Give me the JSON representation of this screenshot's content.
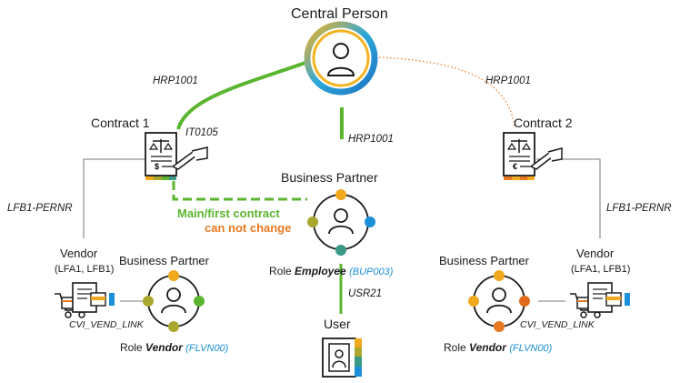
{
  "nodes": {
    "central_person": "Central Person",
    "contract1": "Contract 1",
    "contract2": "Contract 2",
    "business_partner_center": "Business Partner",
    "business_partner_left": "Business Partner",
    "business_partner_right": "Business Partner",
    "vendor_left": "Vendor",
    "vendor_left_tables": "(LFA1, LFB1)",
    "vendor_right": "Vendor",
    "vendor_right_tables": "(LFA1, LFB1)",
    "user": "User"
  },
  "links": {
    "hrp1001_left": "HRP1001",
    "hrp1001_right": "HRP1001",
    "hrp1001_center": "HRP1001",
    "it0105": "IT0105",
    "lfb1_pernr_left": "LFB1-PERNR",
    "lfb1_pernr_right": "LFB1-PERNR",
    "usr21": "USR21",
    "cvi_left": "CVI_VEND_LINK",
    "cvi_right": "CVI_VEND_LINK"
  },
  "roles": {
    "employee_prefix": "Role ",
    "employee_name": "Employee",
    "employee_code": "(BUP003)",
    "vendor_left_prefix": "Role ",
    "vendor_left_name": "Vendor",
    "vendor_left_code": "(FLVN00)",
    "vendor_right_prefix": "Role ",
    "vendor_right_name": "Vendor",
    "vendor_right_code": "(FLVN00)"
  },
  "notes": {
    "main_contract": "Main/first contract",
    "cannot_change": "can not change"
  },
  "icons": {
    "person": "person-icon",
    "contract": "contract-document-icon",
    "business_partner": "business-partner-icon",
    "vendor": "vendor-cart-icon",
    "user": "user-badge-icon"
  },
  "colors": {
    "green": "#5ab52f",
    "orange": "#e8781f",
    "blue": "#1b8fd8",
    "teal": "#3a9a86",
    "gold": "#f0a81c",
    "olive": "#a9a72e"
  }
}
